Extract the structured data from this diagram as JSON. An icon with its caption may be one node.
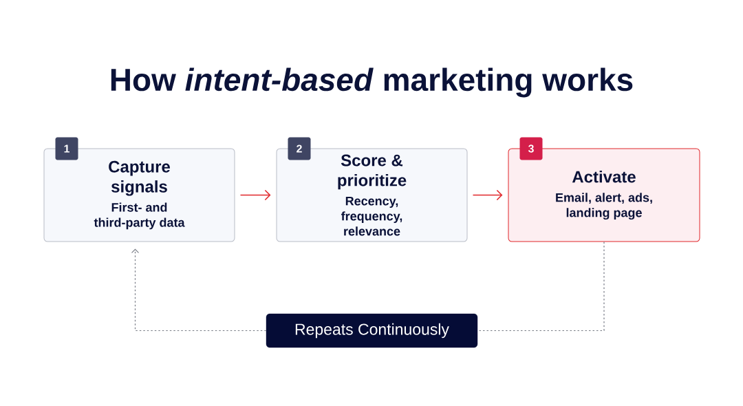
{
  "diagram": {
    "title": "How *intent-based* marketing works",
    "nodes": [
      {
        "text": [
          "Capture signals",
          "First- and third-party data"
        ],
        "beside": [
          "1"
        ]
      },
      {
        "text": [
          "Score & prioritize",
          "Recency, frequency, relevance"
        ],
        "beside": [
          "2"
        ]
      },
      {
        "text": [
          "Activate",
          "Email, alert, ads, landing page"
        ],
        "beside": [
          "3"
        ]
      },
      {
        "text": [
          "Repeats Continuously"
        ]
      }
    ],
    "edges": [
      {
        "from": 0,
        "to": 1,
        "arrow": "to",
        "color": "#e0262a"
      },
      {
        "from": 1,
        "to": 2,
        "arrow": "to",
        "color": "#e0262a"
      },
      {
        "from": 2,
        "to": 3,
        "arrow": "none",
        "style": "dashed",
        "color": "#777b85"
      },
      {
        "from": 3,
        "to": 0,
        "arrow": "to",
        "style": "dashed",
        "color": "#777b85"
      }
    ]
  }
}
